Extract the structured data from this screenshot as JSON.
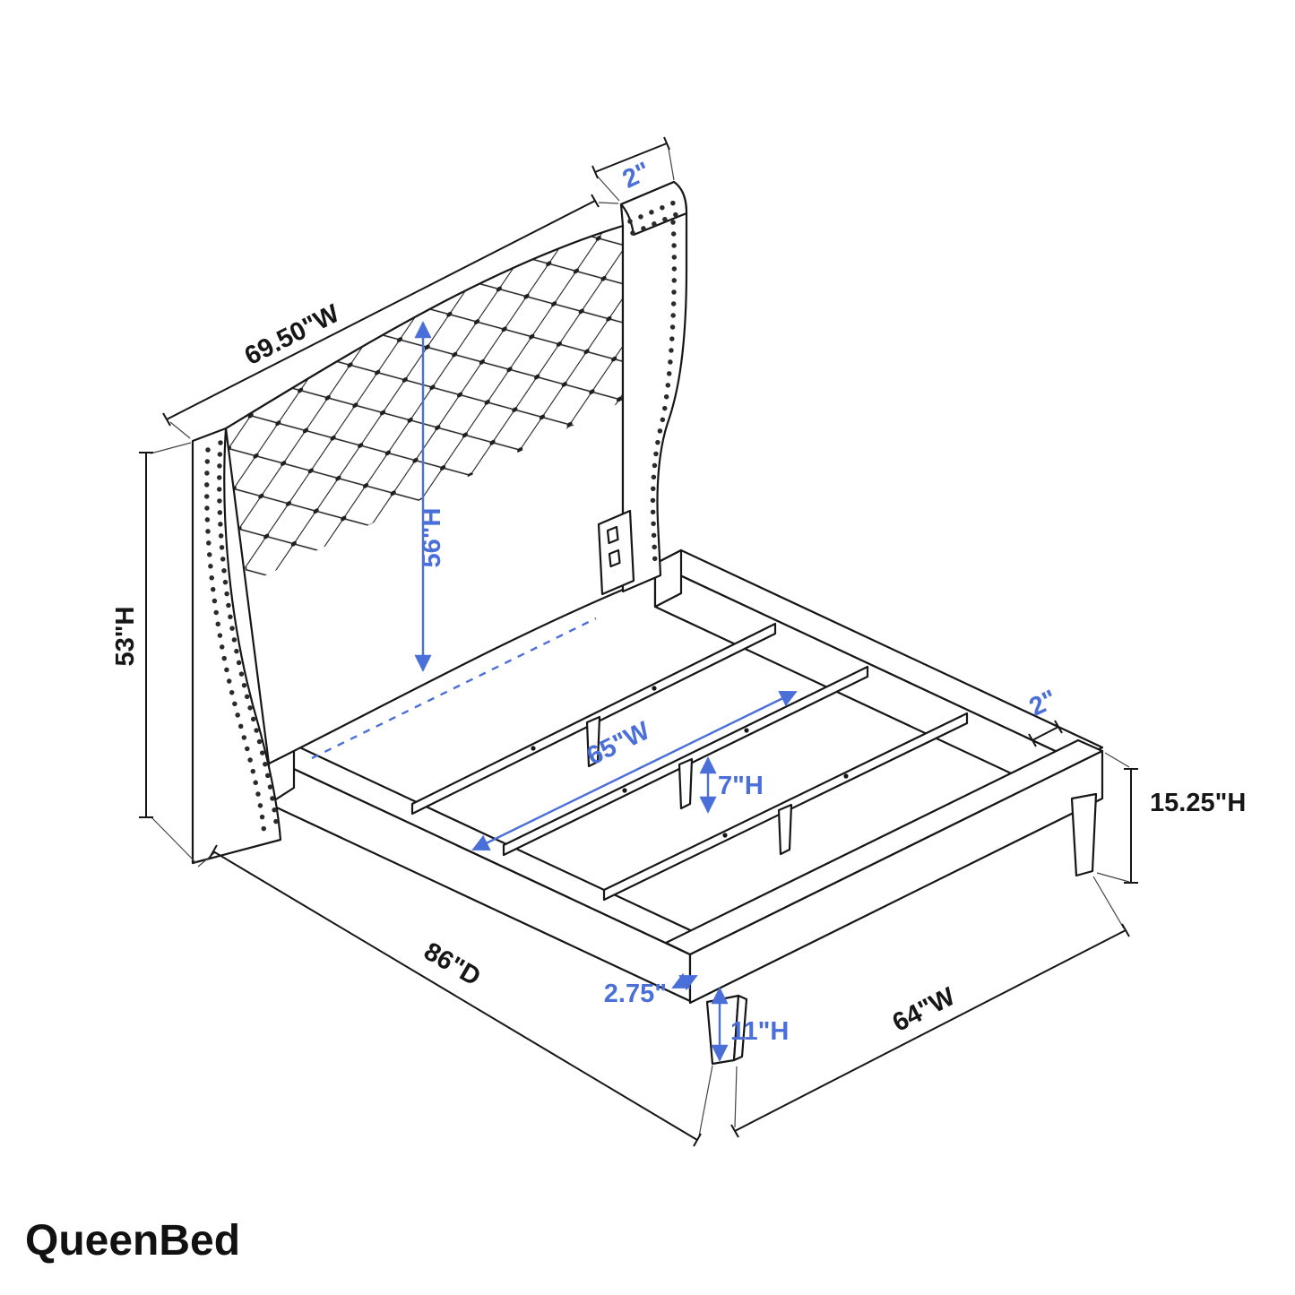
{
  "title": "QueenBed",
  "colors": {
    "annotation_blue": "#4a6fd8",
    "line_black": "#161616",
    "background": "#ffffff"
  },
  "dimensions": {
    "headboard_post_thickness": {
      "label": "2\""
    },
    "headboard_width": {
      "label": "69.50\"W"
    },
    "headboard_height": {
      "label": "53\"H"
    },
    "headboard_inner_height": {
      "label": "56\"H"
    },
    "slat_width": {
      "label": "65\"W"
    },
    "center_leg_height": {
      "label": "7\"H"
    },
    "rail_thickness": {
      "label": "2\""
    },
    "rail_height": {
      "label": "15.25\"H"
    },
    "depth": {
      "label": "86\"D"
    },
    "footboard_thickness": {
      "label": "2.75\""
    },
    "footboard_height": {
      "label": "11\"H"
    },
    "bed_width": {
      "label": "64\"W"
    }
  }
}
